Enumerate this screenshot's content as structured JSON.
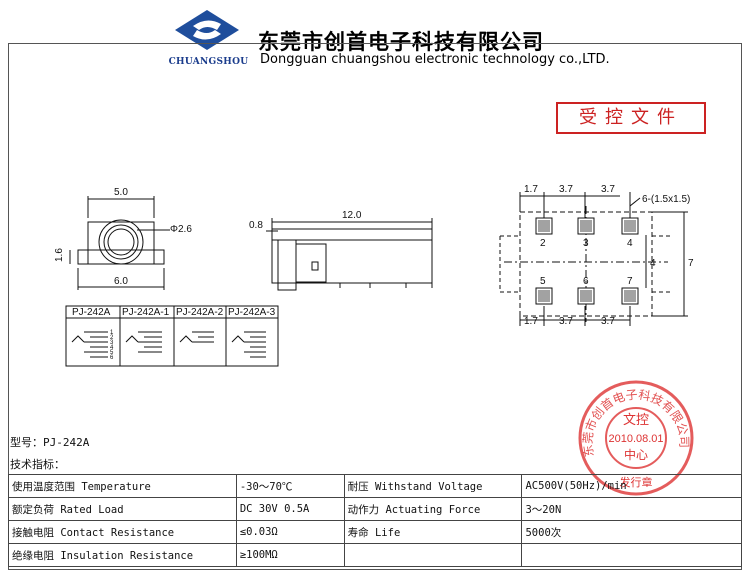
{
  "header": {
    "logo_text": "CHUANGSHOU",
    "company_name_cn": "东莞市创首电子科技有限公司",
    "company_name_en": "Dongguan chuangshou electronic technology co.,LTD."
  },
  "controlled_label": "受控文件",
  "drawing": {
    "front_view": {
      "width_top": "5.0",
      "width_bottom": "6.0",
      "height_side": "1.6",
      "hole_dia": "Φ2.6"
    },
    "side_view": {
      "lead": "0.8",
      "length": "12.0"
    },
    "pcb_layout": {
      "top_spacing": [
        "1.7",
        "3.7",
        "3.7"
      ],
      "bottom_spacing": [
        "1.7",
        "3.7",
        "3.7"
      ],
      "hole_note": "6-(1.5x1.5)",
      "row_gap": "4",
      "total_height": "7",
      "pins_top": [
        "2",
        "3",
        "4"
      ],
      "pins_bottom": [
        "5",
        "6",
        "7"
      ]
    },
    "schematic_variants": [
      "PJ-242A",
      "PJ-242A-1",
      "PJ-242A-2",
      "PJ-242A-3"
    ],
    "schematic_pins": [
      "1",
      "2",
      "3",
      "4",
      "5",
      "6"
    ]
  },
  "stamp": {
    "ring_text": "东莞市创首电子科技有限公司",
    "dept_top": "文控",
    "date": "2010.08.01",
    "dept_bottom": "中心",
    "footer": "发行章"
  },
  "model_line": "型号：PJ-242A",
  "spec_title": "技术指标：",
  "specs": [
    [
      "使用温度范围 Temperature",
      "-30～70℃",
      "耐压 Withstand Voltage",
      "AC500V(50Hz)/min"
    ],
    [
      "额定负荷 Rated Load",
      "DC 30V 0.5A",
      "动作力 Actuating Force",
      "3～20N"
    ],
    [
      "接触电阻 Contact Resistance",
      "≤0.03Ω",
      "寿命 Life",
      "5000次"
    ],
    [
      "绝缘电阻 Insulation Resistance",
      "≥100MΩ",
      "",
      ""
    ]
  ]
}
